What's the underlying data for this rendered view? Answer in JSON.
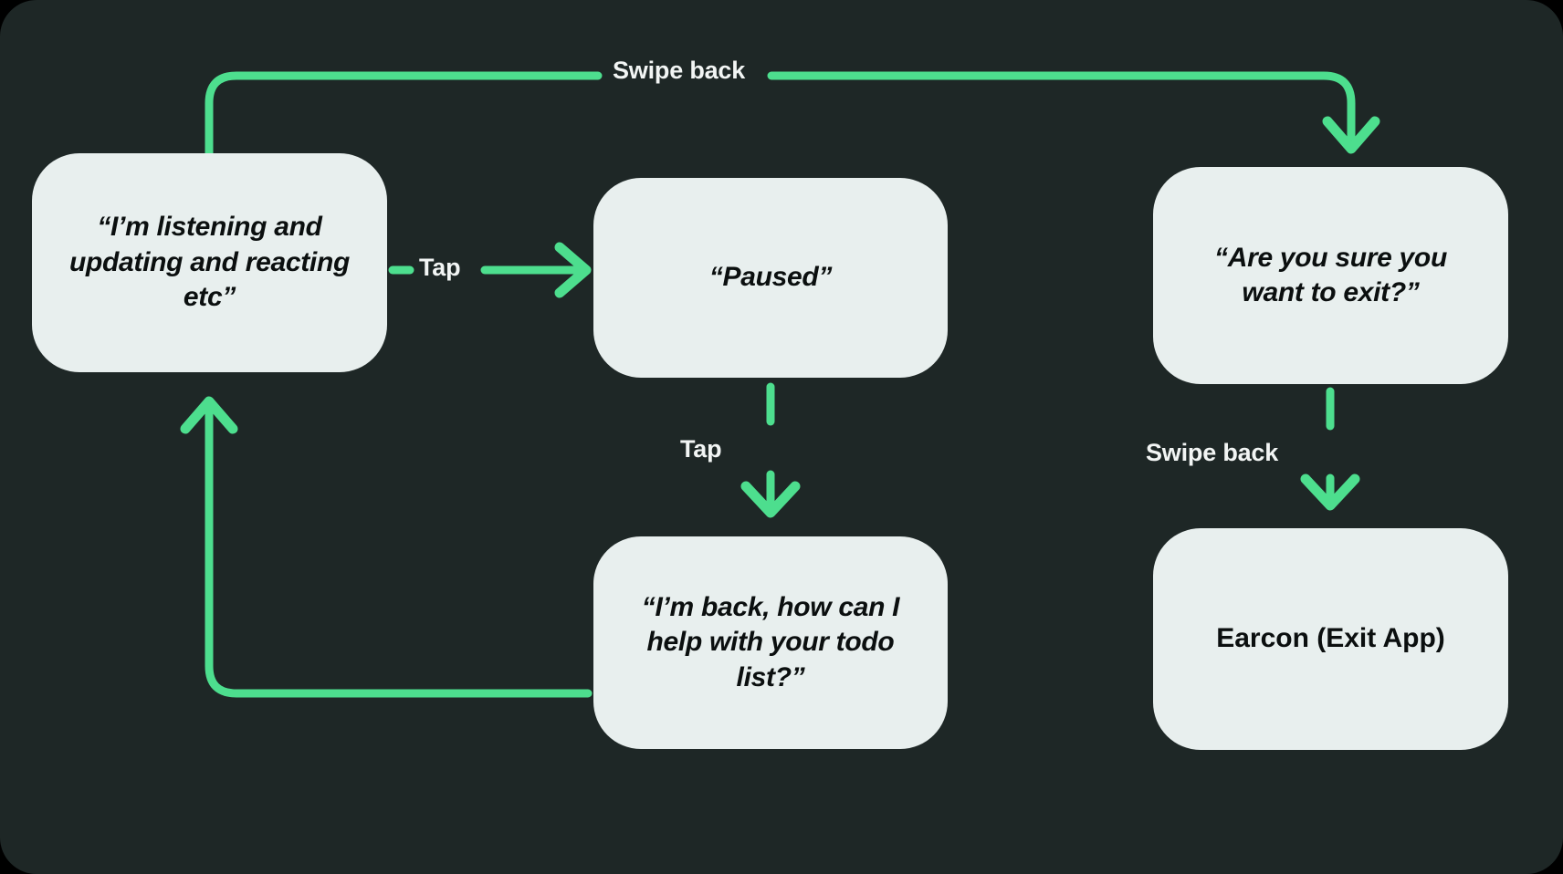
{
  "theme": {
    "background": "#1E2726",
    "card_fill": "#E8EFEE",
    "card_text": "#0B0F0F",
    "accent_green": "#4DDE8E",
    "label_text": "#F2F5F4"
  },
  "diagram": {
    "type": "flowchart",
    "title": "",
    "nodes": [
      {
        "id": "listening",
        "label": "“I’m listening and\nupdating and reacting\netc”",
        "style": "italic"
      },
      {
        "id": "paused",
        "label": "“Paused”",
        "style": "italic"
      },
      {
        "id": "confirm",
        "label": "“Are you sure you\nwant to exit?”",
        "style": "italic"
      },
      {
        "id": "back",
        "label": "“I’m back, how can I\nhelp with your todo\nlist?”",
        "style": "italic"
      },
      {
        "id": "earcon",
        "label": "Earcon (Exit App)",
        "style": "upright"
      }
    ],
    "edges": [
      {
        "id": "listening-to-paused",
        "from": "listening",
        "to": "paused",
        "label": "Tap"
      },
      {
        "id": "paused-to-back",
        "from": "paused",
        "to": "back",
        "label": "Tap"
      },
      {
        "id": "back-to-listening",
        "from": "back",
        "to": "listening",
        "label": ""
      },
      {
        "id": "listening-to-confirm",
        "from": "listening",
        "to": "confirm",
        "label": "Swipe back"
      },
      {
        "id": "confirm-to-earcon",
        "from": "confirm",
        "to": "earcon",
        "label": "Swipe back"
      }
    ]
  }
}
